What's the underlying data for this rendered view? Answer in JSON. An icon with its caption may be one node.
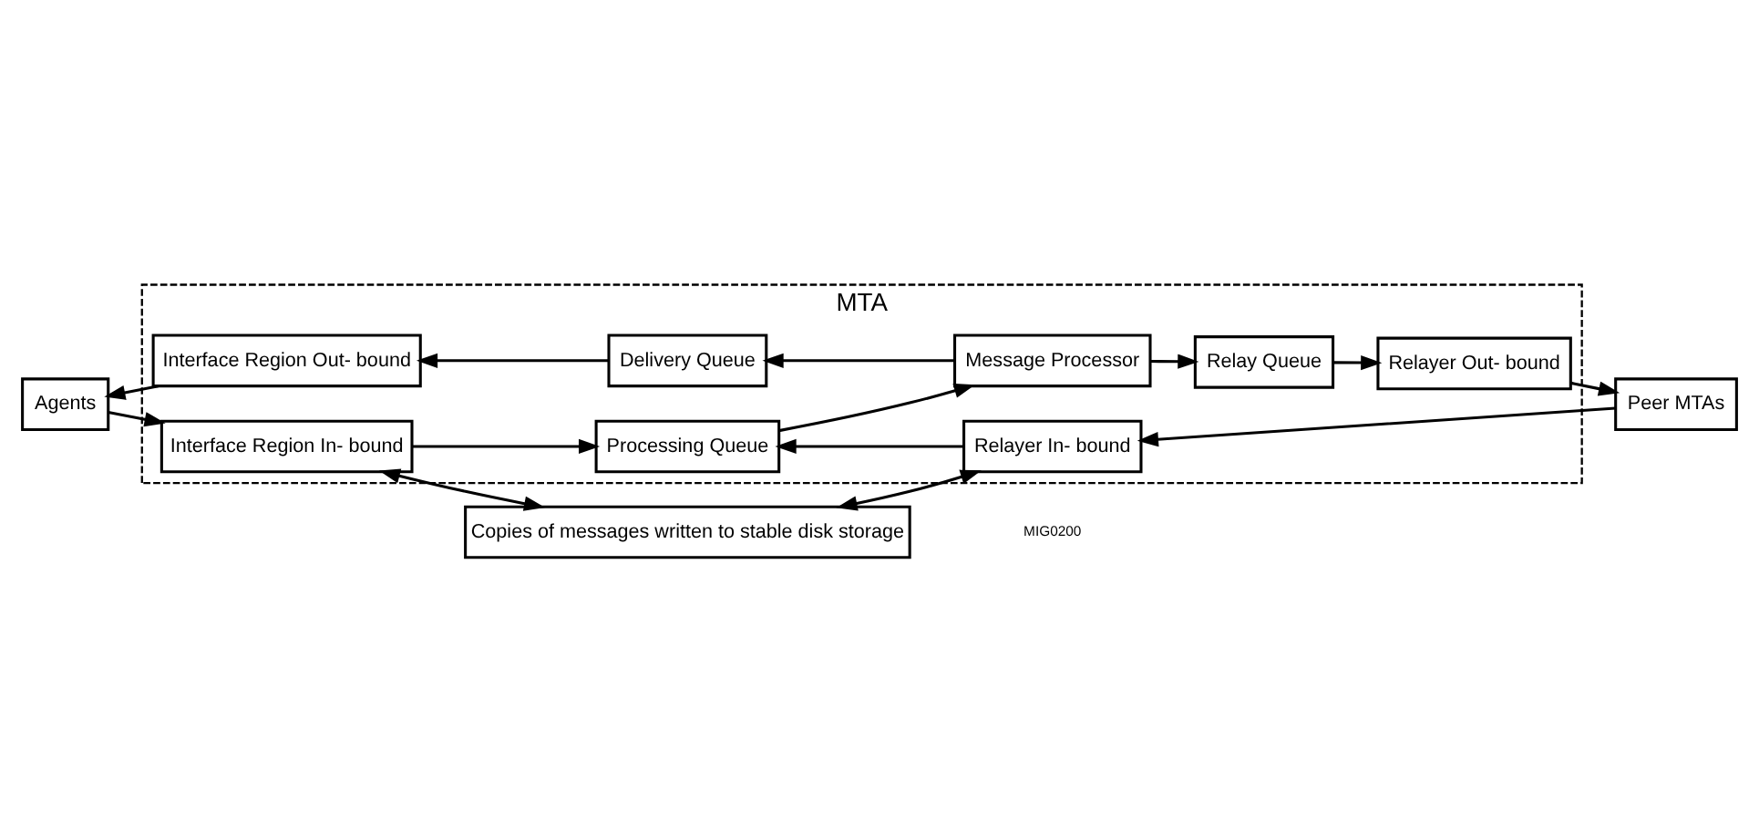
{
  "diagram": {
    "nodes": [
      {
        "text": [
          "MTA"
        ]
      },
      {
        "text": [
          "Interface Region Out- bound"
        ],
        "in": 0
      },
      {
        "text": [
          "Delivery Queue"
        ],
        "in": 0
      },
      {
        "text": [
          "Message Processor"
        ],
        "in": 0
      },
      {
        "text": [
          "Relay Queue"
        ],
        "in": 0
      },
      {
        "text": [
          "Relayer Out- bound"
        ],
        "in": 0
      },
      {
        "text": [
          "Agents"
        ]
      },
      {
        "text": [
          "Interface Region In- bound"
        ],
        "in": 0
      },
      {
        "text": [
          "Processing Queue"
        ],
        "in": 0
      },
      {
        "text": [
          "Relayer In- bound"
        ],
        "in": 0
      },
      {
        "text": [
          "Peer MTAs"
        ]
      },
      {
        "text": [
          "Copies of messages written to stable disk storage"
        ]
      }
    ],
    "edges": [
      {
        "from": 3,
        "to": 2,
        "arrow": "to"
      },
      {
        "from": 2,
        "to": 1,
        "arrow": "to"
      },
      {
        "from": 1,
        "to": 6,
        "arrow": "to"
      },
      {
        "from": 3,
        "to": 4,
        "arrow": "to"
      },
      {
        "from": 4,
        "to": 5,
        "arrow": "to"
      },
      {
        "from": 5,
        "to": 10,
        "arrow": "to"
      },
      {
        "from": 6,
        "to": 7,
        "arrow": "to"
      },
      {
        "from": 7,
        "to": 8,
        "arrow": "to"
      },
      {
        "from": 8,
        "to": 3,
        "arrow": "to"
      },
      {
        "from": 10,
        "to": 9,
        "arrow": "to"
      },
      {
        "from": 9,
        "to": 8,
        "arrow": "to"
      },
      {
        "from": 7,
        "to": 11,
        "arrow": "both"
      },
      {
        "from": 9,
        "to": 11,
        "arrow": "both"
      }
    ],
    "labels": [
      "MIG0200"
    ]
  }
}
